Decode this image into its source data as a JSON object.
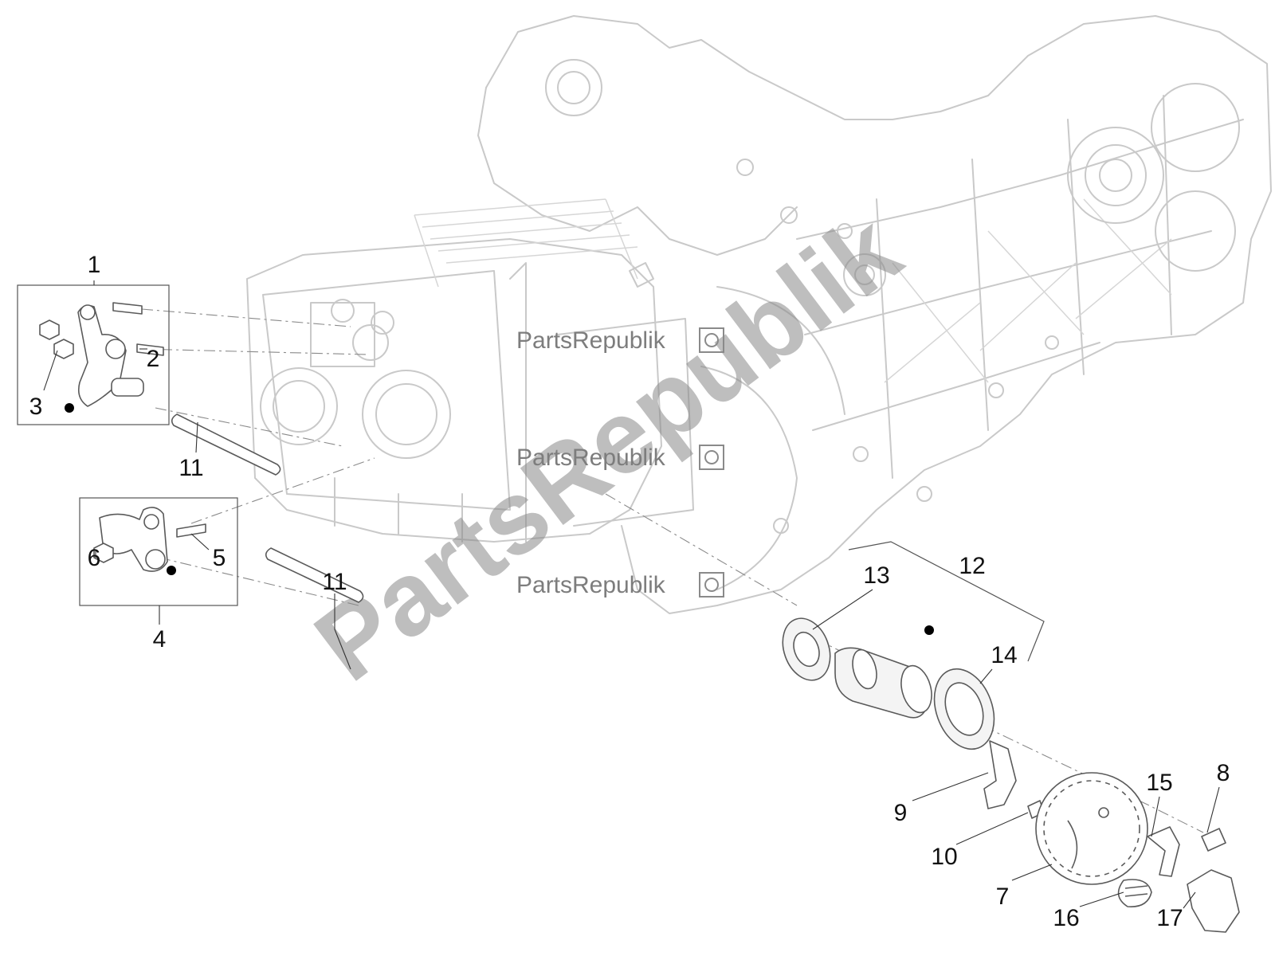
{
  "watermark": {
    "brand": "PartsRepublik",
    "large_text": "PartsRepublik"
  },
  "callouts": [
    {
      "id": "1",
      "label": "1"
    },
    {
      "id": "2",
      "label": "2"
    },
    {
      "id": "3",
      "label": "3"
    },
    {
      "id": "4",
      "label": "4"
    },
    {
      "id": "5",
      "label": "5"
    },
    {
      "id": "6",
      "label": "6"
    },
    {
      "id": "7",
      "label": "7"
    },
    {
      "id": "8",
      "label": "8"
    },
    {
      "id": "9",
      "label": "9"
    },
    {
      "id": "10",
      "label": "10"
    },
    {
      "id": "11a",
      "label": "11"
    },
    {
      "id": "11b",
      "label": "11"
    },
    {
      "id": "12",
      "label": "12"
    },
    {
      "id": "13",
      "label": "13"
    },
    {
      "id": "14",
      "label": "14"
    },
    {
      "id": "15",
      "label": "15"
    },
    {
      "id": "16",
      "label": "16"
    },
    {
      "id": "17",
      "label": "17"
    }
  ],
  "colors": {
    "engine_outline": "#c9c9c9",
    "part_outline": "#5a5a5a",
    "watermark": "#8a8a8a"
  }
}
